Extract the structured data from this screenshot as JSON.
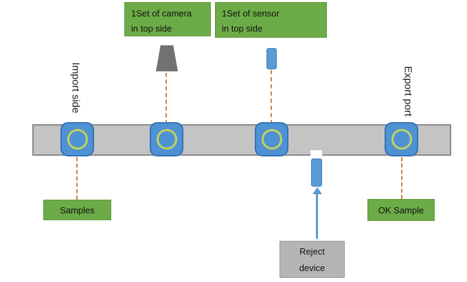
{
  "labels": {
    "camera": {
      "line1": "1Set of camera",
      "line2": "in top side"
    },
    "sensor": {
      "line1": "1Set of sensor",
      "line2": "in top side"
    },
    "import_side": "Import side",
    "export_port": "Export port",
    "samples": "Samples",
    "ok_sample": "OK Sample",
    "reject": {
      "line1": "Reject",
      "line2": "device"
    }
  },
  "colors": {
    "label_green": "#6cab47",
    "pallet_blue": "#4e92d4",
    "pallet_border_blue": "#3472b5",
    "ring_yellow_green": "#c3d35b",
    "belt_gray": "#c4c4c4",
    "belt_border_gray": "#8a8a8a",
    "camera_gray": "#727272",
    "device_blue": "#5b9bd5",
    "dashed_orange": "#c9834a",
    "reject_box_gray": "#b5b5b5",
    "text_dark": "#111111"
  }
}
